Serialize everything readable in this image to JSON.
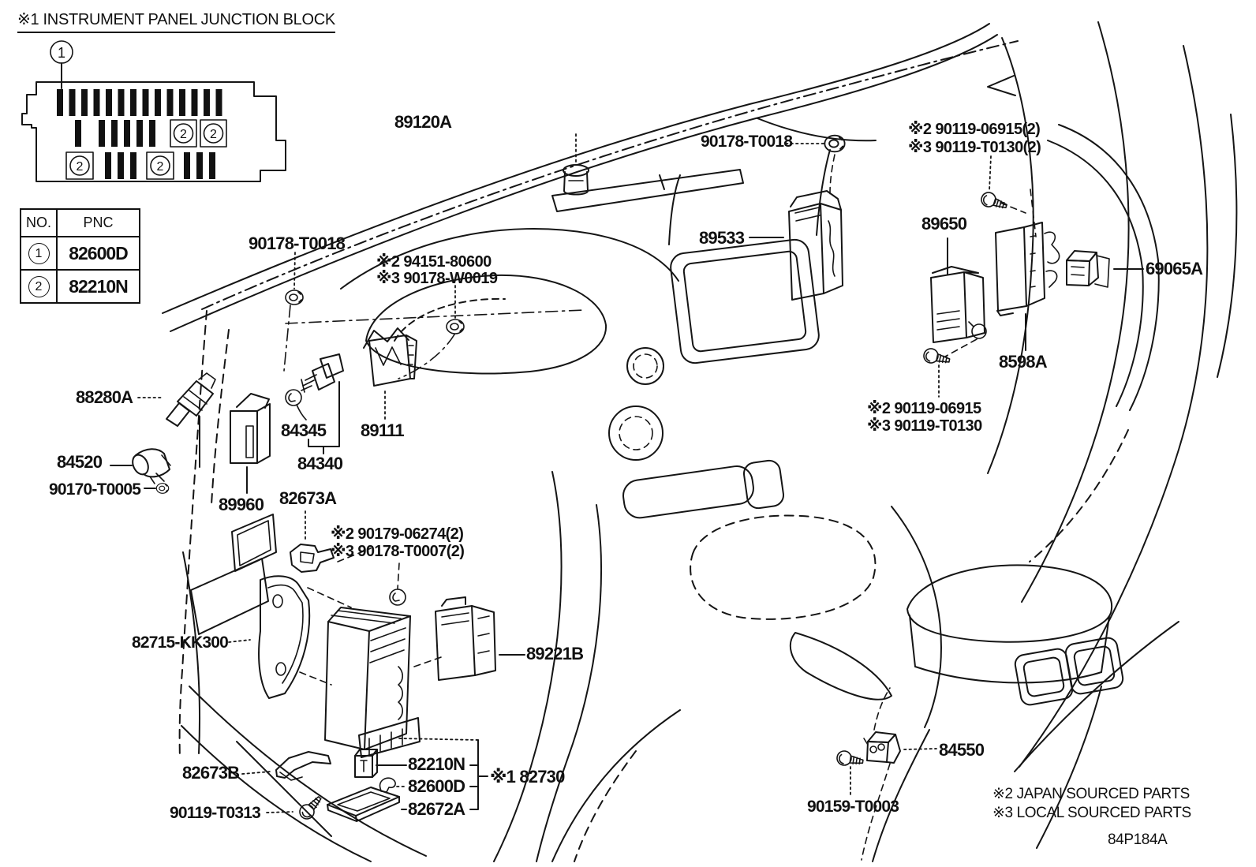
{
  "header": {
    "title": "※1 INSTRUMENT PANEL JUNCTION BLOCK"
  },
  "junction_block_inset": {
    "callout_1": "1",
    "callout_2": "2"
  },
  "pnc_table": {
    "headers": {
      "no": "NO.",
      "pnc": "PNC"
    },
    "rows": [
      {
        "no": "1",
        "pnc": "82600D"
      },
      {
        "no": "2",
        "pnc": "82210N"
      }
    ]
  },
  "part_labels": {
    "l89120a": "89120A",
    "l90178t0018_left": "90178-T0018",
    "l94151_80600": "※2 94151-80600",
    "l90178w0019": "※3 90178-W0019",
    "l90178t0018_right": "90178-T0018",
    "l90119_06915_x2": "※2 90119-06915(2)",
    "l90119_t0130_x2": "※3 90119-T0130(2)",
    "l89533": "89533",
    "l89650": "89650",
    "l69065a": "69065A",
    "l8598a": "8598A",
    "l90119_06915": "※2 90119-06915",
    "l90119_t0130": "※3 90119-T0130",
    "l88280a": "88280A",
    "l84520": "84520",
    "l90170t0005": "90170-T0005",
    "l89960": "89960",
    "l84345": "84345",
    "l84340": "84340",
    "l89111": "89111",
    "l82673a": "82673A",
    "l90179_06274_x2": "※2 90179-06274(2)",
    "l90178_t0007_x2": "※3 90178-T0007(2)",
    "l82715kk300": "82715-KK300",
    "l89221b": "89221B",
    "l82673b": "82673B",
    "l90119t0313": "90119-T0313",
    "l82210n": "82210N",
    "l82600d": "82600D",
    "l82672a": "82672A",
    "l82730": "※1 82730",
    "l84550": "84550",
    "l90159t0003": "90159-T0003"
  },
  "footnotes": {
    "japan": "※2 JAPAN SOURCED PARTS",
    "local": "※3 LOCAL SOURCED PARTS"
  },
  "drawing_code": "84P184A"
}
